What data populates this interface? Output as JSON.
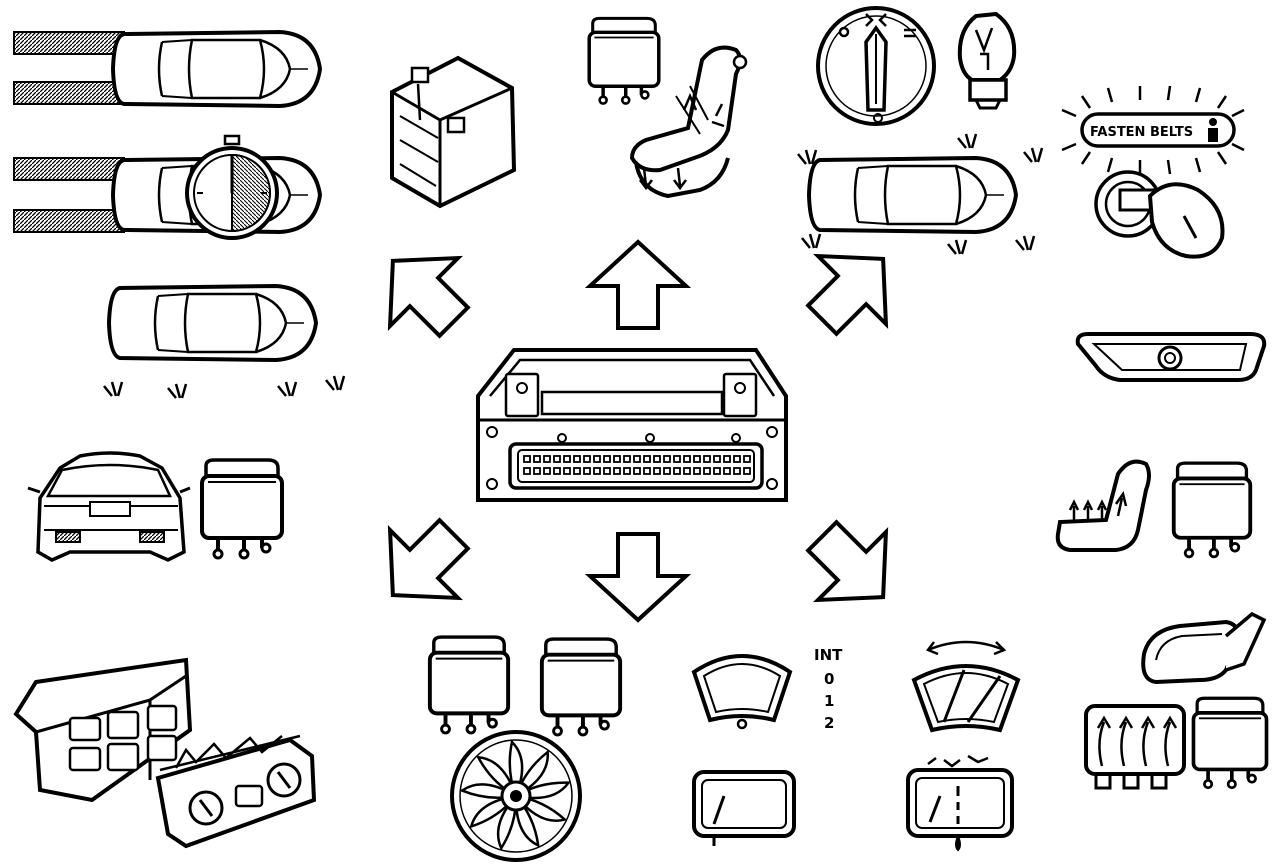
{
  "colors": {
    "ink": "#000000",
    "paper": "#ffffff"
  },
  "labels": {
    "fasten_belts": "FASTEN BELTS",
    "wiper_int": "INT",
    "wiper_0": "0",
    "wiper_1": "1",
    "wiper_2": "2"
  },
  "icons": [
    "car-top-view-icon",
    "car-timer-icon",
    "car-hazard-icon",
    "battery-icon",
    "relay-icon",
    "power-seat-icon",
    "light-switch-icon",
    "bulb-icon",
    "car-lights-icon",
    "seatbelt-warning-icon",
    "ignition-key-icon",
    "door-lock-icon",
    "car-rear-view-icon",
    "seat-heater-icon",
    "control-unit-icon",
    "climate-control-icon",
    "cooling-fan-icon",
    "windscreen-wiper-icon",
    "rear-wiper-icon",
    "wiper-sweep-icon",
    "rear-washer-icon",
    "mirror-icon",
    "rear-defrost-icon",
    "arrow-icon"
  ]
}
